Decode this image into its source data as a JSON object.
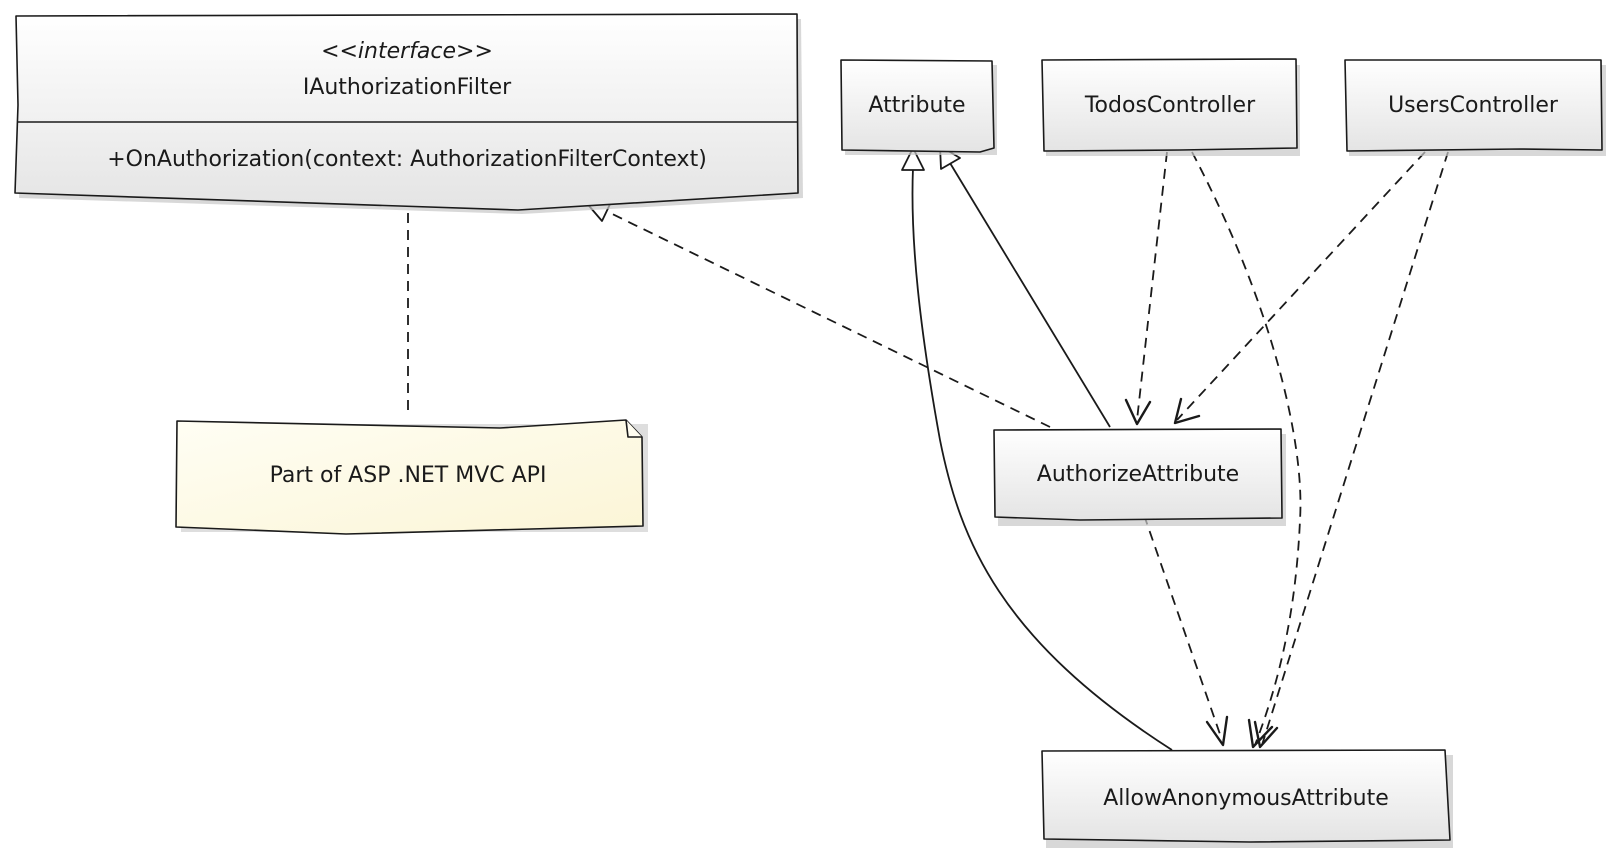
{
  "colors": {
    "class_fill_top": "#ffffff",
    "class_fill_bottom": "#e4e4e4",
    "note_fill_top": "#fffef4",
    "note_fill_bottom": "#fbf5d6",
    "stroke": "#1a1a1a",
    "shadow": "#c8c8c8"
  },
  "interface": {
    "stereotype": "<<interface>>",
    "name": "IAuthorizationFilter",
    "method": "+OnAuthorization(context: AuthorizationFilterContext)"
  },
  "classes": {
    "attribute": "Attribute",
    "todos_controller": "TodosController",
    "users_controller": "UsersController",
    "authorize_attribute": "AuthorizeAttribute",
    "allow_anonymous_attribute": "AllowAnonymousAttribute"
  },
  "note": {
    "text": "Part of ASP .NET MVC API"
  }
}
